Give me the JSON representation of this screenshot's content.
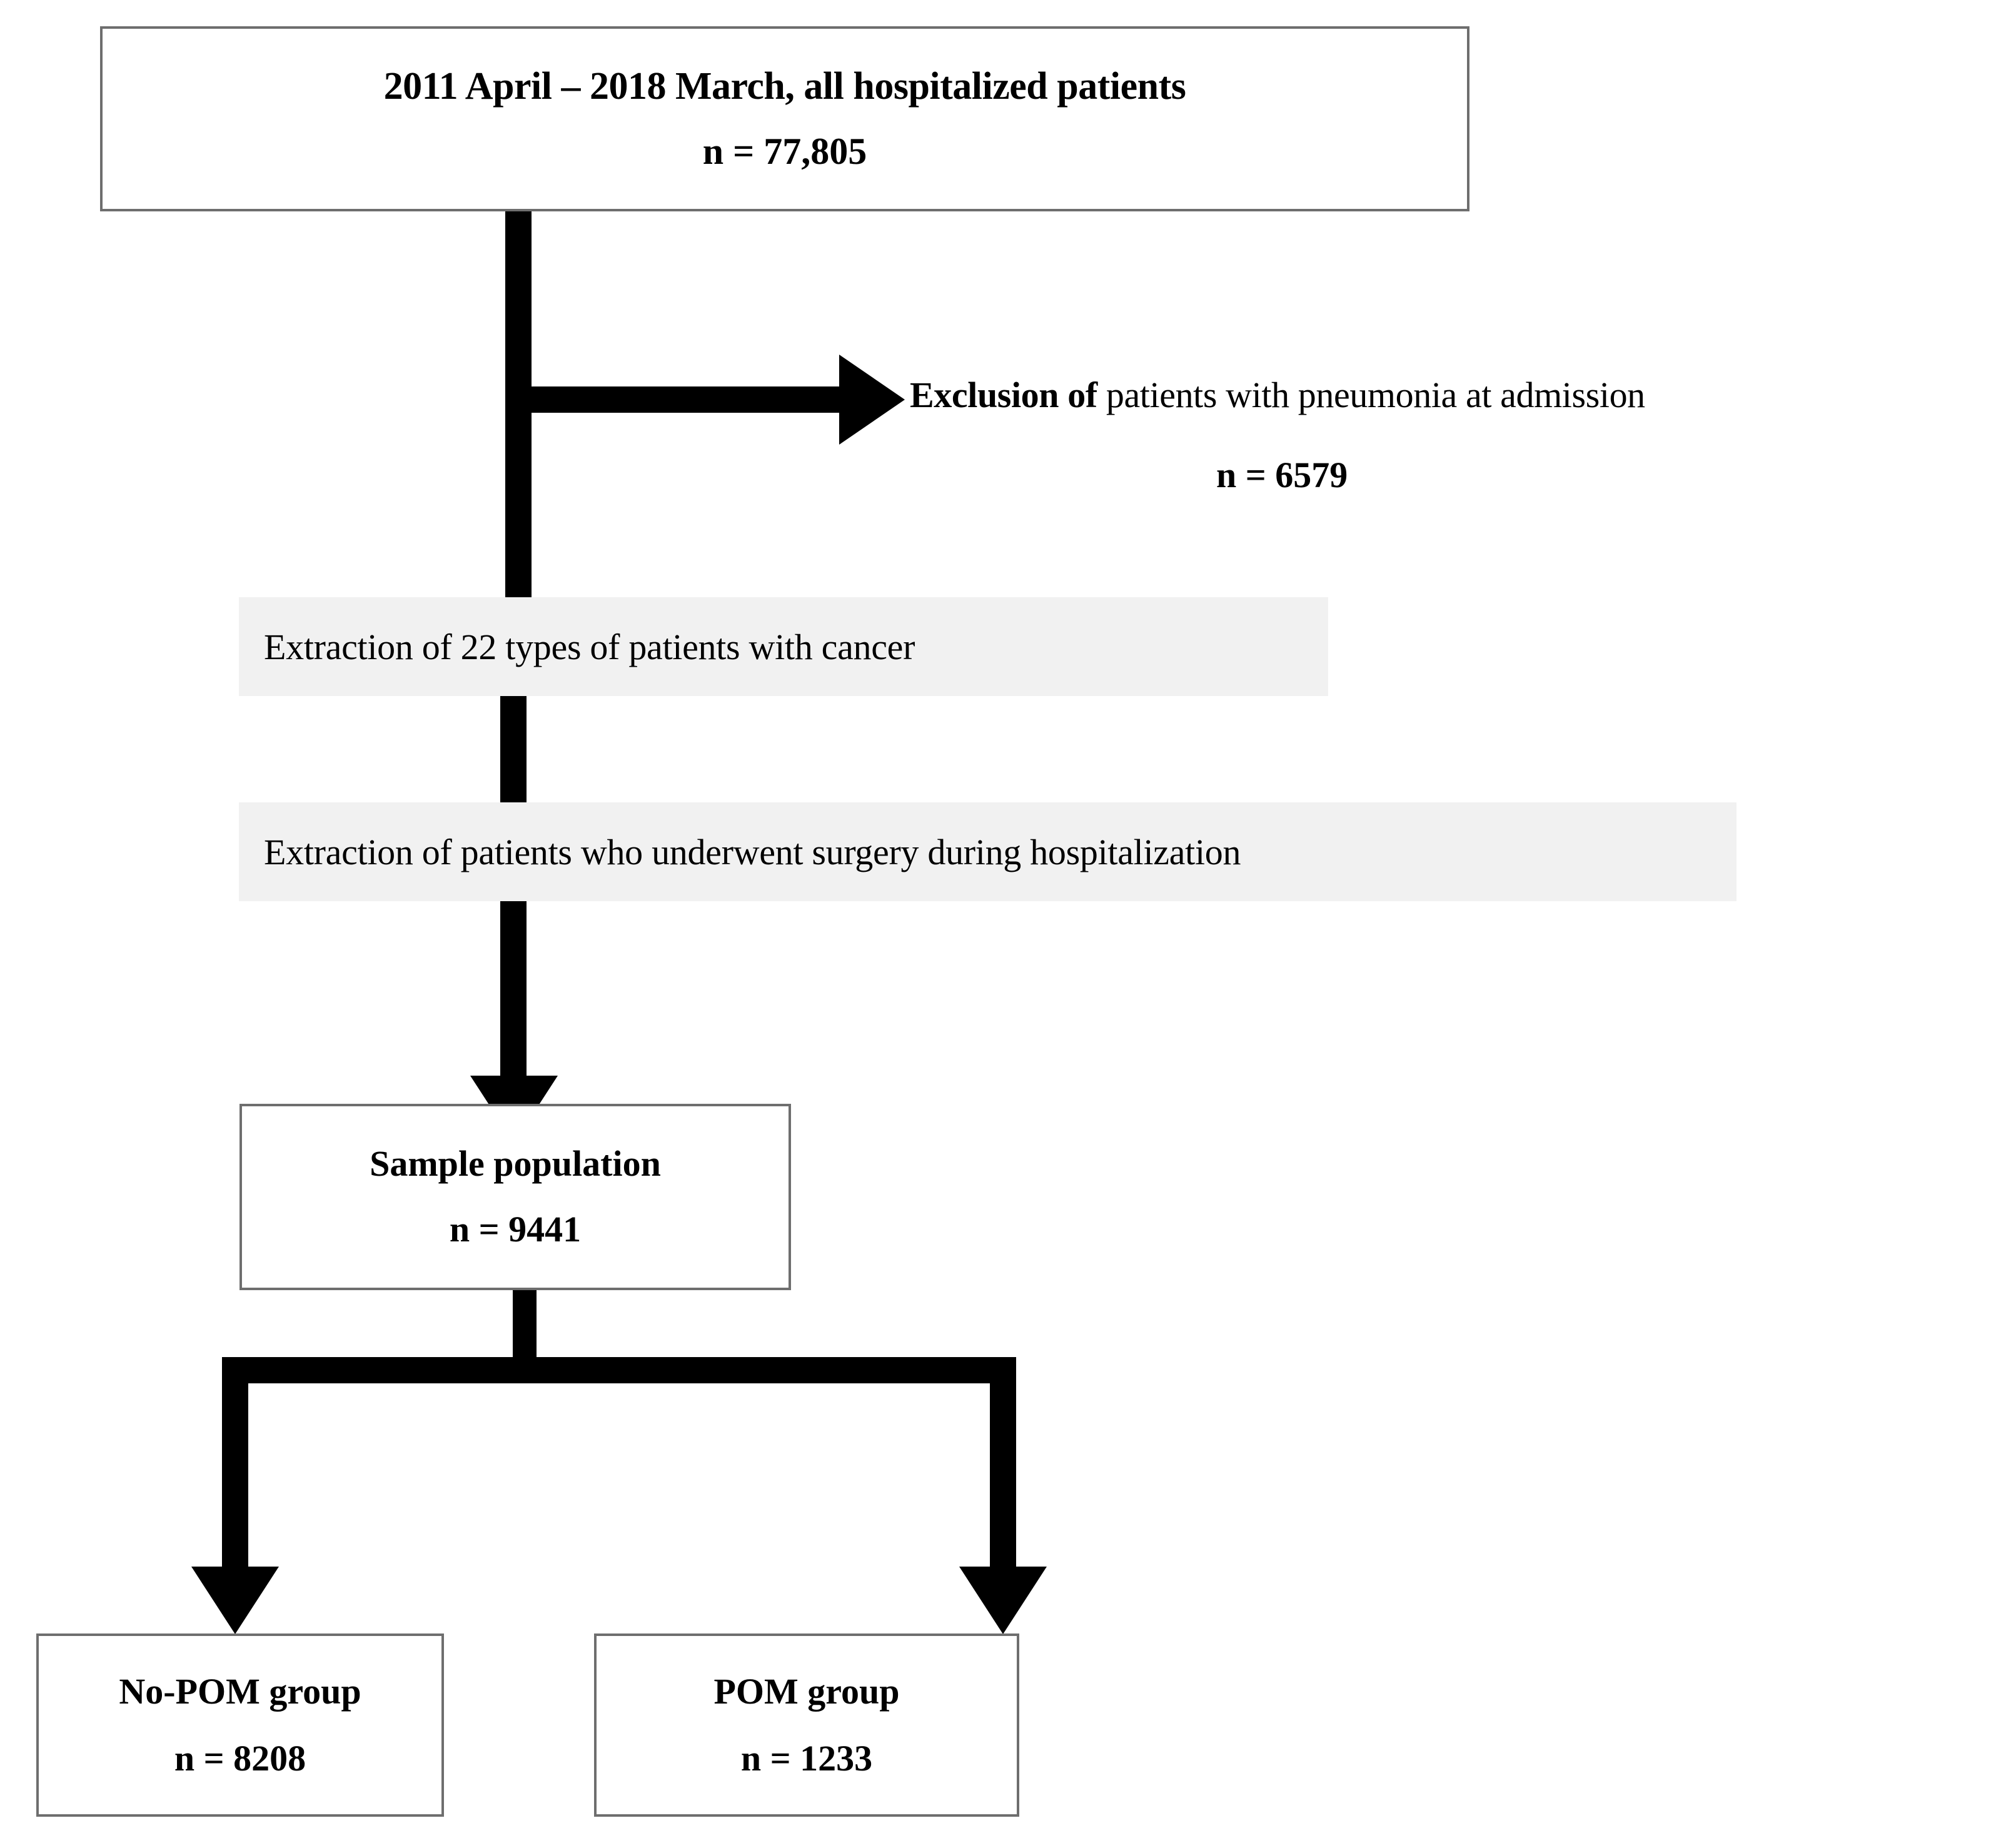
{
  "diagram": {
    "title": "Patient selection flowchart",
    "type": "flowchart",
    "accent_color": "#000000",
    "box_border_color": "#6e6e6e",
    "band_background_color": "#f1f1f1"
  },
  "nodes": {
    "cohort": {
      "line1": "2011 April – 2018 March, all hospitalized patients",
      "line2": "n = 77,805"
    },
    "sample": {
      "line1": "Sample population",
      "line2": "n = 9441"
    },
    "no_pom": {
      "line1": "No-POM group",
      "line2": "n = 8208"
    },
    "pom": {
      "line1": "POM group",
      "line2": "n = 1233"
    }
  },
  "exclusion": {
    "label_bold": "Exclusion of",
    "label_rest": " patients with pneumonia at admission",
    "count": "n = 6579"
  },
  "steps": {
    "cancer_extraction": "Extraction of 22 types of patients with cancer",
    "surgery_extraction": "Extraction of patients who underwent surgery during hospitalization"
  },
  "icons": {
    "arrow_down": "arrow-down-icon",
    "arrow_right": "arrow-right-icon"
  }
}
